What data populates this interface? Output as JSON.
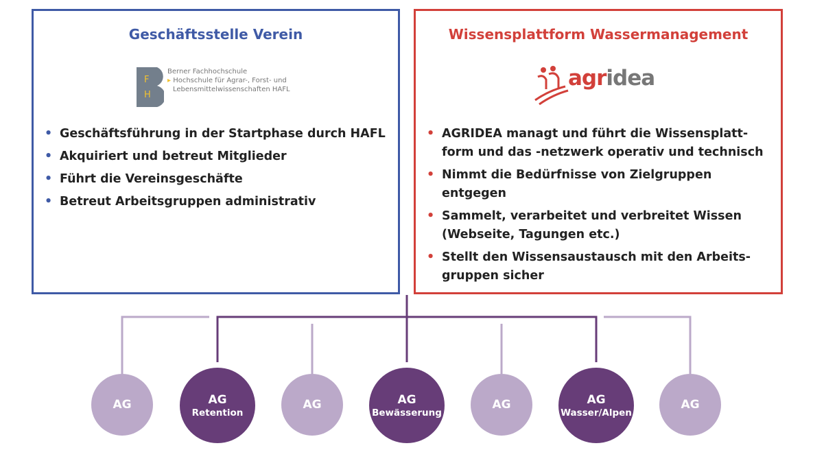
{
  "left": {
    "title": "Geschäftsstelle Verein",
    "logo": {
      "letters": [
        "F",
        "H"
      ],
      "lines": [
        "Berner Fachhochschule",
        "Hochschule für Agrar-, Forst- und",
        "Lebensmittelwissenschaften HAFL"
      ]
    },
    "items": [
      "Geschäftsführung in der Startphase durch HAFL",
      "Akquiriert und betreut Mitglieder",
      "Führt die Vereinsgeschäfte",
      "Betreut Arbeitsgruppen administrativ"
    ]
  },
  "right": {
    "title": "Wissensplattform Wassermanagement",
    "logo": {
      "part1": "agr",
      "part2": "idea"
    },
    "items": [
      "AGRIDEA managt und führt die Wissensplatt-form und das -netzwerk operativ und technisch",
      "Nimmt die Bedürfnisse von Zielgruppen entgegen",
      "Sammelt, verarbeitet und verbreitet Wissen (Webseite, Tagungen etc.)",
      "Stellt den Wissensaustausch mit den Arbeits-gruppen sicher"
    ]
  },
  "groups": [
    {
      "label": "AG",
      "sub": ""
    },
    {
      "label": "AG",
      "sub": "Retention"
    },
    {
      "label": "AG",
      "sub": ""
    },
    {
      "label": "AG",
      "sub": "Bewässerung"
    },
    {
      "label": "AG",
      "sub": ""
    },
    {
      "label": "AG",
      "sub": "Wasser/Alpen"
    },
    {
      "label": "AG",
      "sub": ""
    }
  ],
  "colors": {
    "blue": "#3f5aa6",
    "red": "#d2403a",
    "purple": "#673d78",
    "lilac": "#bba9c9"
  }
}
